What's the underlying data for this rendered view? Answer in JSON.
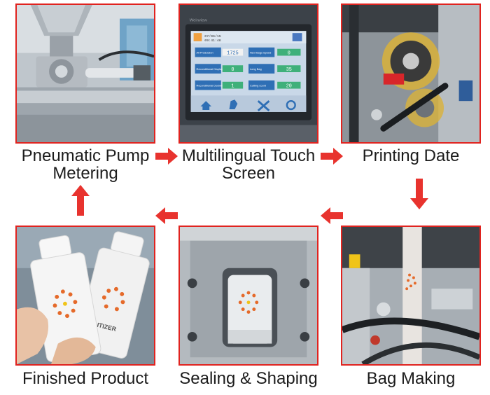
{
  "steps": [
    {
      "label": "Pneumatic Pump\nMetering"
    },
    {
      "label": "Multilingual Touch\nScreen"
    },
    {
      "label": "Printing Date"
    },
    {
      "label": "Bag Making"
    },
    {
      "label": "Sealing & Shaping"
    },
    {
      "label": "Finished Product"
    }
  ],
  "touch_screen": {
    "brand": "Weinview",
    "date": "07/06/15",
    "time": "09:41:48",
    "fields": [
      {
        "label": "All Production",
        "value": "1725"
      },
      {
        "label": "Next Bags Speed",
        "value": "0"
      },
      {
        "label": "Reconditional Display",
        "value": "0"
      },
      {
        "label": "Long Bag",
        "value": "35"
      },
      {
        "label": "Reconditional Docking",
        "value": "1"
      },
      {
        "label": "Cutting count",
        "value": "20"
      }
    ]
  },
  "product_label": "ITIZER",
  "colors": {
    "accent": "#e0231f",
    "frame": "#e0231f",
    "arrow": "#e8332e"
  }
}
